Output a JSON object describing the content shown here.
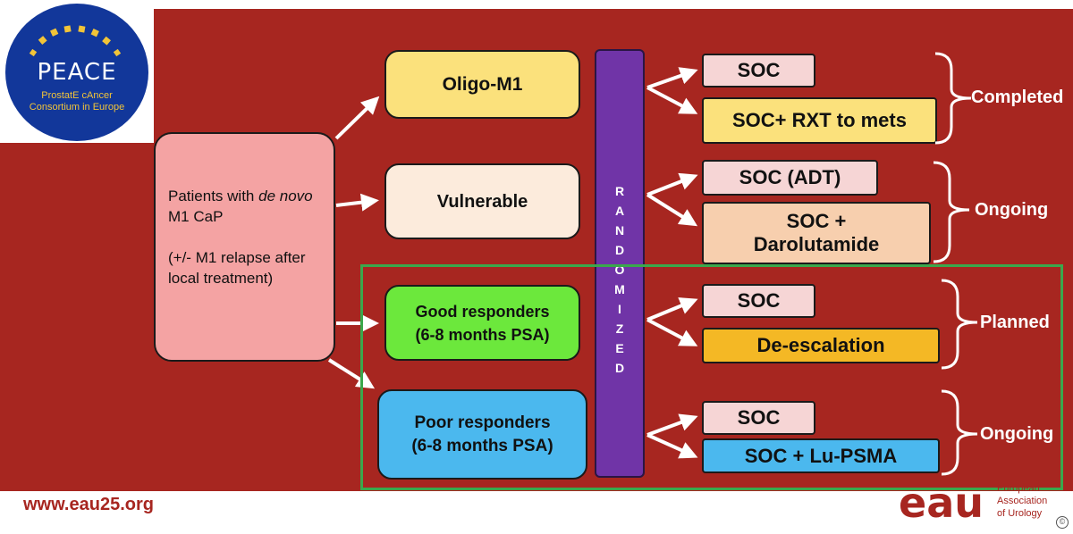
{
  "logo": {
    "word": "PEACE",
    "line1": "ProstatE cAncer",
    "line2": "Consortium in Europe"
  },
  "patients": {
    "line1_prefix": "Patients with ",
    "line1_italic": "de novo",
    "line1_suffix": " M1 CaP",
    "line2": "(+/- M1 relapse after local treatment)"
  },
  "stages": [
    {
      "label": "Oligo-M1",
      "color": "#fbe17c"
    },
    {
      "label": "Vulnerable",
      "color": "#fcebdc"
    },
    {
      "label_line1": "Good responders",
      "label_line2": "(6-8 months PSA)",
      "color": "#6ce83c"
    },
    {
      "label_line1": "Poor responders",
      "label_line2": "(6-8 months PSA)",
      "color": "#4bb8ee"
    }
  ],
  "randomized_letters": [
    "R",
    "A",
    "N",
    "D",
    "O",
    "M",
    "I",
    "Z",
    "E",
    "D"
  ],
  "outcomes": [
    {
      "label": "SOC",
      "color": "#f6d5d5"
    },
    {
      "label": "SOC+ RXT to mets",
      "color": "#fbe17c"
    },
    {
      "label": "SOC (ADT)",
      "color": "#f6d5d5"
    },
    {
      "label_line1": "SOC +",
      "label_line2": "Darolutamide",
      "color": "#f7cfae"
    },
    {
      "label": "SOC",
      "color": "#f6d5d5"
    },
    {
      "label": "De-escalation",
      "color": "#f4b825"
    },
    {
      "label": "SOC",
      "color": "#f6d5d5"
    },
    {
      "label": "SOC + Lu-PSMA",
      "color": "#4bb8ee"
    }
  ],
  "statuses": [
    "Completed",
    "Ongoing",
    "Planned",
    "Ongoing"
  ],
  "footer": {
    "url": "www.eau25.org"
  },
  "eau": {
    "mark": "eau",
    "line1": "European",
    "line2": "Association",
    "line3": "of Urology"
  },
  "copyright": "©",
  "colors": {
    "panel": "#a72620",
    "randomized": "#7034a7",
    "frame": "#3aa84c",
    "logo_blue": "#12379a",
    "logo_gold": "#f2c438"
  }
}
